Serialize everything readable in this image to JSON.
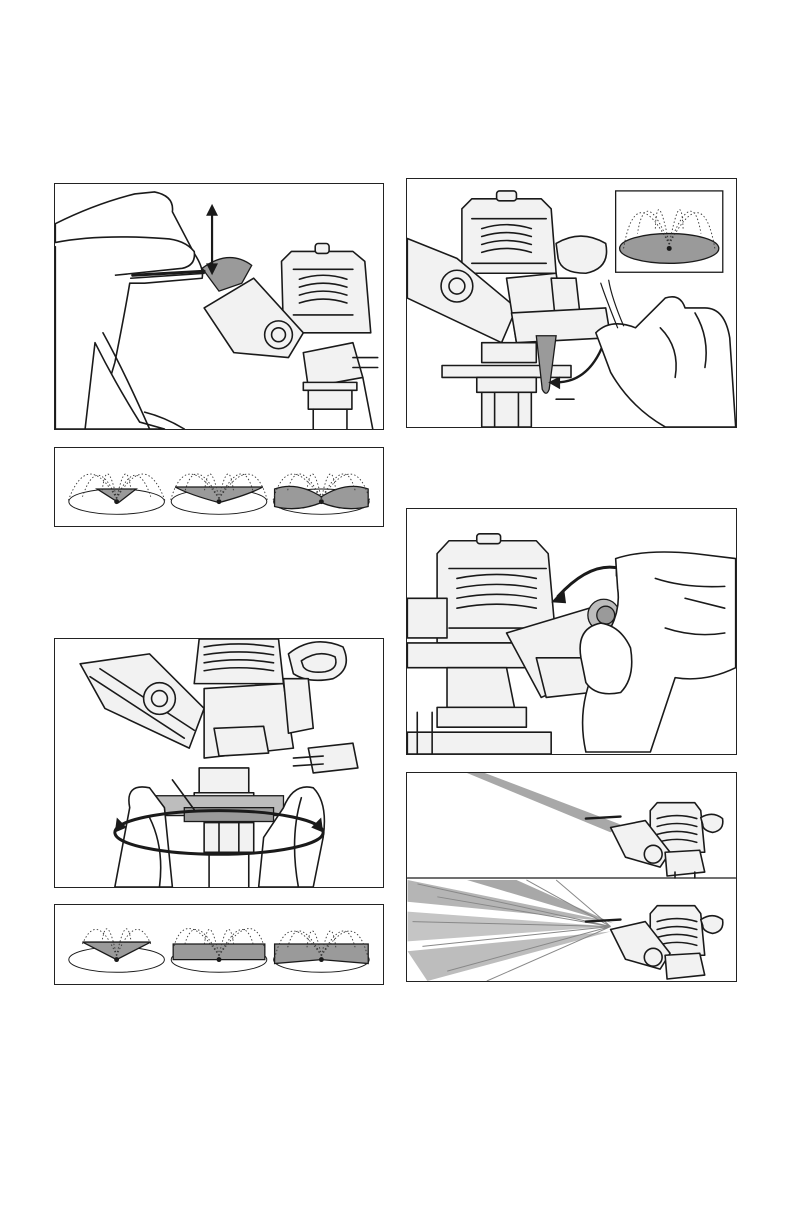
{
  "page": {
    "background": "#ffffff",
    "line_color": "#1a1a1a",
    "shade_color": "#9a9a9a"
  },
  "figures": [
    {
      "id": "lift-deflector",
      "description_icons": [
        "hand-icon",
        "arrow-up-down-icon",
        "sprinkler-icon"
      ]
    },
    {
      "id": "spray-patterns-partial-to-full",
      "pattern_count": 3
    },
    {
      "id": "adjust-collar",
      "description_icons": [
        "hand-icon",
        "rotate-arrow-icon",
        "sprinkler-icon"
      ]
    },
    {
      "id": "spray-patterns-sector",
      "pattern_count": 3
    },
    {
      "id": "trip-pin-full-circle",
      "description_icons": [
        "hand-icon",
        "curved-arrow-icon",
        "sprinkler-icon"
      ]
    },
    {
      "id": "screw-adjust",
      "description_icons": [
        "hand-icon",
        "double-arrow-icon",
        "sprinkler-icon"
      ]
    },
    {
      "id": "stream-vs-spray",
      "pattern_count": 2
    }
  ]
}
